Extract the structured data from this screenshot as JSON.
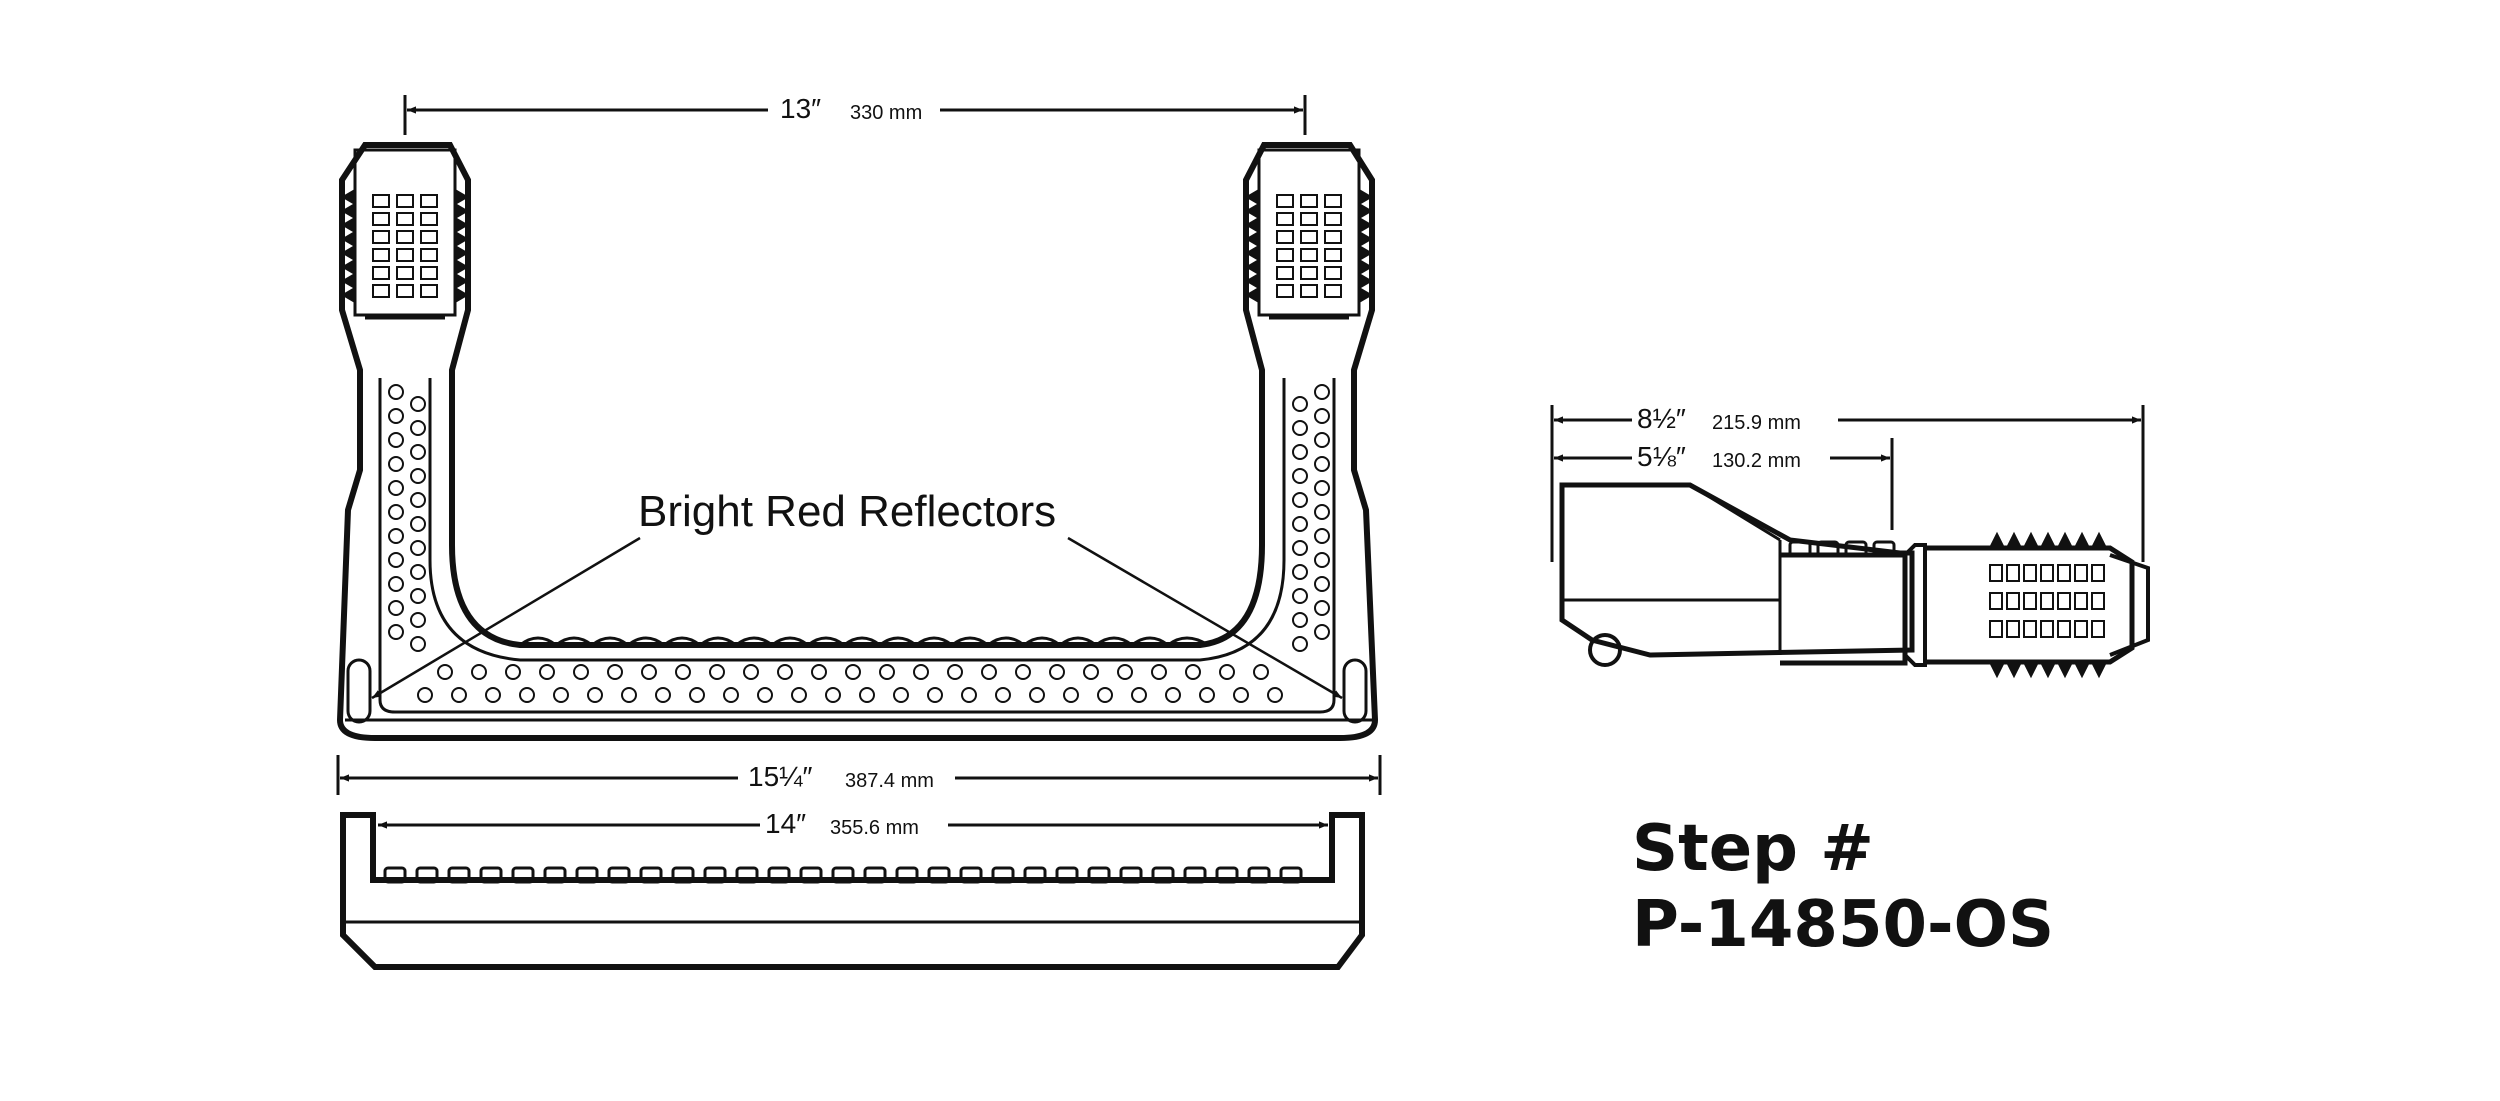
{
  "dimensions": {
    "top_width": {
      "imperial": "13″",
      "metric": "330 mm"
    },
    "overall_width": {
      "imperial": "15¼″",
      "metric": "387.4 mm"
    },
    "inner_width": {
      "imperial": "14″",
      "metric": "355.6 mm"
    },
    "side_depth": {
      "imperial": "8½″",
      "metric": "215.9 mm"
    },
    "shank_depth": {
      "imperial": "5⅛″",
      "metric": "130.2 mm"
    }
  },
  "callout": "Bright Red Reflectors",
  "product": {
    "line1": "Step #",
    "line2": "P-14850-OS"
  },
  "colors": {
    "ink": "#111111",
    "fill": "#ffffff"
  }
}
